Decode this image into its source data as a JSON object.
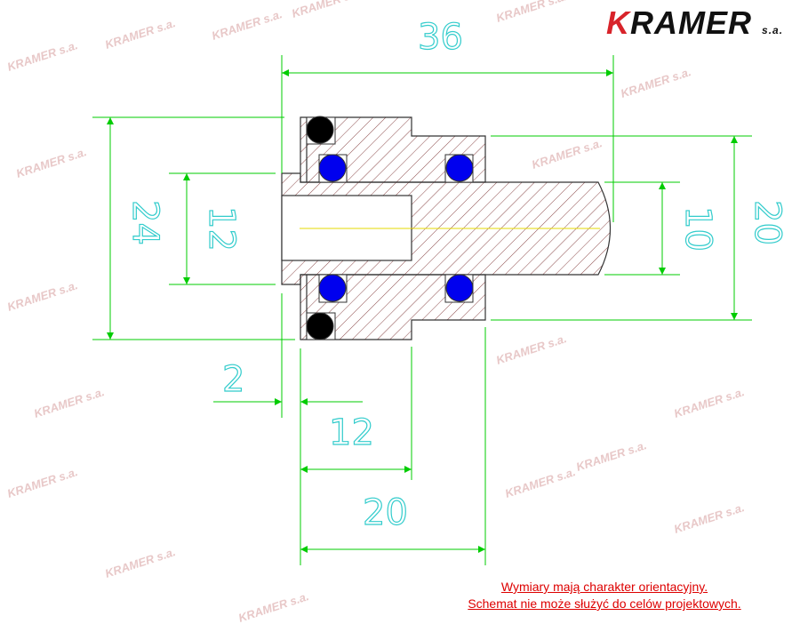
{
  "logo": {
    "initial": "K",
    "name": "RAMER",
    "suffix": "s.a.",
    "brand_color": "#d8232a"
  },
  "watermark": "KRAMER s.a.",
  "dimensions": {
    "overall_length": "36",
    "flange_diameter": "24",
    "bore_diameter": "12",
    "shaft_diameter": "10",
    "housing_diameter": "20",
    "lip_width": "2",
    "flange_length": "12",
    "housing_length": "20"
  },
  "note": {
    "line1": "Wymiary mają charakter orientacyjny.",
    "line2": "Schemat nie może służyć do celów projektowych."
  },
  "colors": {
    "dimension": "#00cc00",
    "dimension_text": "#33cccc",
    "hatch": "#8b4a4a",
    "seal_blue": "#0000ee",
    "seal_black": "#000000",
    "axis": "#e6d800"
  }
}
